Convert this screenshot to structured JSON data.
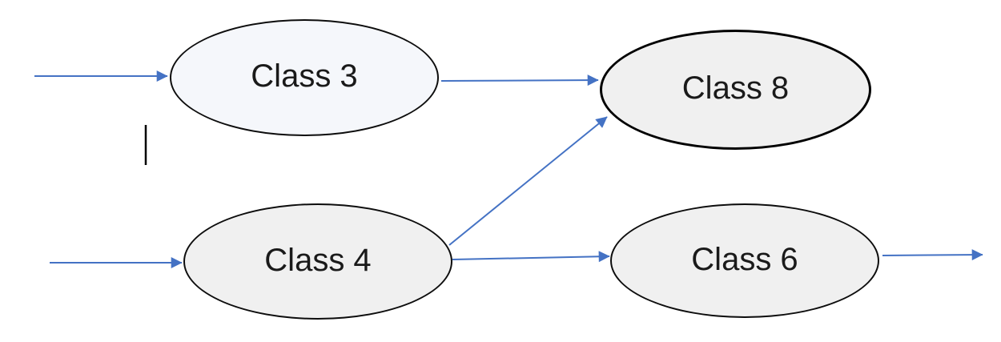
{
  "diagram": {
    "background_color": "#ffffff",
    "arrow_color": "#4472C4",
    "node_border_color": "#0d0d0d",
    "text_color": "#1a1a1a",
    "nodes": [
      {
        "id": "class3",
        "label": "Class 3",
        "fill": "#f5f7fb",
        "emphasized": false
      },
      {
        "id": "class8",
        "label": "Class 8",
        "fill": "#f0f0f0",
        "emphasized": true
      },
      {
        "id": "class4",
        "label": "Class 4",
        "fill": "#f0f0f0",
        "emphasized": false
      },
      {
        "id": "class6",
        "label": "Class 6",
        "fill": "#f0f0f0",
        "emphasized": false
      }
    ],
    "edges": [
      {
        "from": "external-left",
        "to": "class3"
      },
      {
        "from": "class3",
        "to": "class8"
      },
      {
        "from": "external-left",
        "to": "class4"
      },
      {
        "from": "class4",
        "to": "class8"
      },
      {
        "from": "class4",
        "to": "class6"
      },
      {
        "from": "class6",
        "to": "external-right"
      }
    ],
    "stray_mark": {
      "description": "short vertical black line"
    }
  }
}
